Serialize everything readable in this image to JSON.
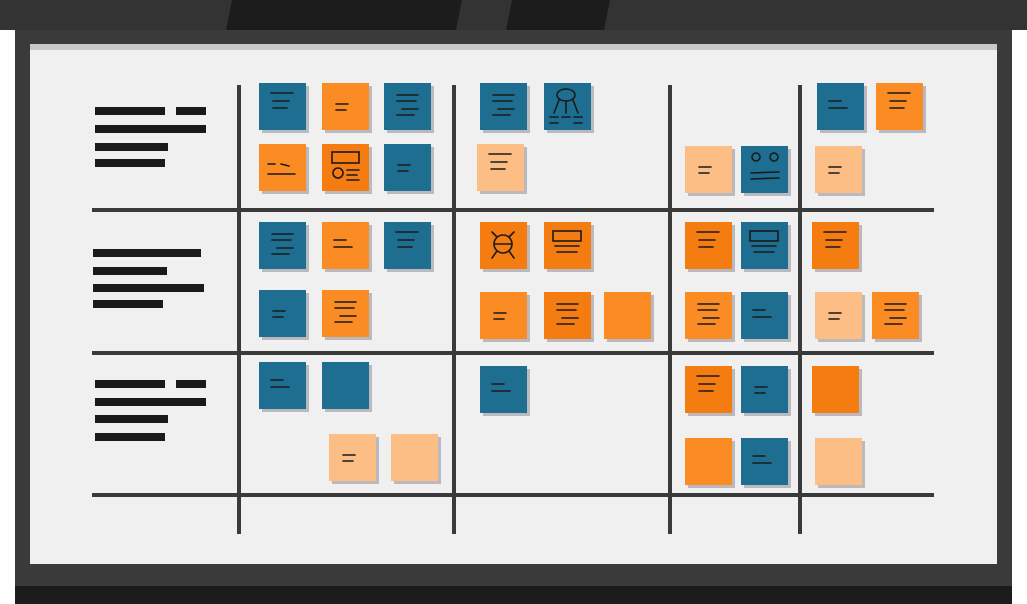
{
  "colors": {
    "frame": "#3a3a3a",
    "frame_dark": "#1c1c1c",
    "board": "#f0f0f0",
    "board_top_strip": "#c8c8cc",
    "grid_line": "#3a3a3a",
    "text_bar": "#1a1a1a",
    "note_teal": "#1e6e91",
    "note_orange": "#fb8c23",
    "note_dark_orange": "#f47c11",
    "note_peach": "#fcbe84",
    "note_shadow": "#b9b9bf",
    "scribble": "#1a1a1a"
  },
  "board": {
    "rows": 3,
    "columns": 4,
    "row_headers": [
      {
        "style": "redacted-text",
        "lines": 4
      },
      {
        "style": "redacted-text",
        "lines": 4
      },
      {
        "style": "redacted-text",
        "lines": 4
      }
    ]
  },
  "notes": [
    {
      "id": "r1c1-a",
      "color": "teal",
      "icon": "lines-icon"
    },
    {
      "id": "r1c1-b",
      "color": "orange",
      "icon": "lines-icon"
    },
    {
      "id": "r1c1-c",
      "color": "teal",
      "icon": "lines-icon"
    },
    {
      "id": "r1c1-d",
      "color": "orange",
      "icon": "dashes-icon"
    },
    {
      "id": "r1c1-e",
      "color": "dark_orange",
      "icon": "diagram-icon"
    },
    {
      "id": "r1c1-f",
      "color": "teal",
      "icon": "lines-icon"
    },
    {
      "id": "r1c2-a",
      "color": "teal",
      "icon": "lines-icon"
    },
    {
      "id": "r1c2-b",
      "color": "teal",
      "icon": "network-icon"
    },
    {
      "id": "r1c2-c",
      "color": "peach",
      "icon": "lines-icon"
    },
    {
      "id": "r1c3-a",
      "color": "peach",
      "icon": "lines-icon"
    },
    {
      "id": "r1c3-b",
      "color": "teal",
      "icon": "people-icon"
    },
    {
      "id": "r1c4-a",
      "color": "teal",
      "icon": "lines-icon"
    },
    {
      "id": "r1c4-b",
      "color": "orange",
      "icon": "lines-icon"
    },
    {
      "id": "r1c4-c",
      "color": "peach",
      "icon": "lines-icon"
    },
    {
      "id": "r2c1-a",
      "color": "teal",
      "icon": "lines-icon"
    },
    {
      "id": "r2c1-b",
      "color": "orange",
      "icon": "lines-icon"
    },
    {
      "id": "r2c1-c",
      "color": "teal",
      "icon": "lines-icon"
    },
    {
      "id": "r2c1-d",
      "color": "teal",
      "icon": "lines-icon"
    },
    {
      "id": "r2c1-e",
      "color": "orange",
      "icon": "lines-icon"
    },
    {
      "id": "r2c2-a",
      "color": "dark_orange",
      "icon": "bug-icon"
    },
    {
      "id": "r2c2-b",
      "color": "dark_orange",
      "icon": "box-icon"
    },
    {
      "id": "r2c2-c",
      "color": "orange",
      "icon": "lines-icon"
    },
    {
      "id": "r2c2-d",
      "color": "dark_orange",
      "icon": "lines-icon"
    },
    {
      "id": "r2c2-e",
      "color": "orange",
      "icon": "blank"
    },
    {
      "id": "r2c3-a",
      "color": "dark_orange",
      "icon": "lines-icon"
    },
    {
      "id": "r2c3-b",
      "color": "teal",
      "icon": "box-icon"
    },
    {
      "id": "r2c3-c",
      "color": "orange",
      "icon": "lines-icon"
    },
    {
      "id": "r2c3-d",
      "color": "teal",
      "icon": "lines-icon"
    },
    {
      "id": "r2c4-a",
      "color": "dark_orange",
      "icon": "lines-icon"
    },
    {
      "id": "r2c4-b",
      "color": "peach",
      "icon": "lines-icon"
    },
    {
      "id": "r2c4-c",
      "color": "orange",
      "icon": "lines-icon"
    },
    {
      "id": "r3c1-a",
      "color": "teal",
      "icon": "lines-icon"
    },
    {
      "id": "r3c1-b",
      "color": "teal",
      "icon": "blank"
    },
    {
      "id": "r3c1-c",
      "color": "peach",
      "icon": "lines-icon"
    },
    {
      "id": "r3c1-d",
      "color": "peach",
      "icon": "blank"
    },
    {
      "id": "r3c2-a",
      "color": "teal",
      "icon": "lines-icon"
    },
    {
      "id": "r3c3-a",
      "color": "dark_orange",
      "icon": "lines-icon"
    },
    {
      "id": "r3c3-b",
      "color": "teal",
      "icon": "lines-icon"
    },
    {
      "id": "r3c3-c",
      "color": "orange",
      "icon": "blank"
    },
    {
      "id": "r3c3-d",
      "color": "teal",
      "icon": "lines-icon"
    },
    {
      "id": "r3c4-a",
      "color": "dark_orange",
      "icon": "blank"
    },
    {
      "id": "r3c4-b",
      "color": "peach",
      "icon": "blank"
    }
  ]
}
